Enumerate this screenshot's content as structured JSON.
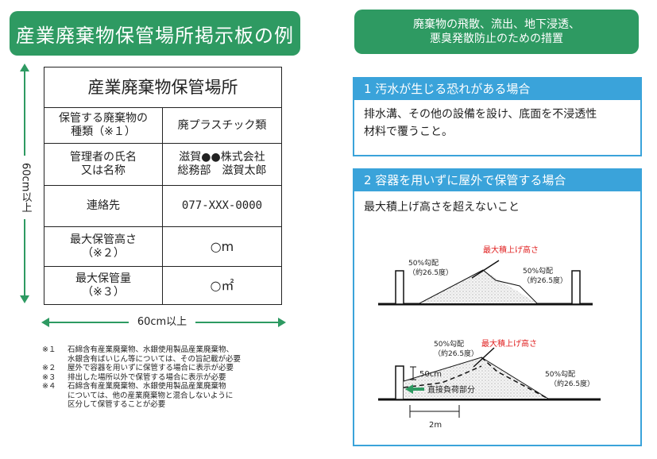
{
  "left_title": "産業廃棄物保管場所掲示板の例",
  "right_header": {
    "line1": "廃棄物の飛散、流出、地下浸透、",
    "line2": "悪臭発散防止のための措置"
  },
  "sign": {
    "title": "産業廃棄物保管場所",
    "rows": [
      {
        "label_lines": [
          "保管する廃棄物の",
          "種類（※１）"
        ],
        "value_lines": [
          "廃プラスチック類"
        ]
      },
      {
        "label_lines": [
          "管理者の氏名",
          "又は名称"
        ],
        "value_lines": [
          "滋賀●●株式会社",
          "総務部　滋賀太郎"
        ]
      },
      {
        "label_lines": [
          "連絡先"
        ],
        "value_lines": [
          "077-XXX-0000"
        ]
      },
      {
        "label_lines": [
          "最大保管高さ",
          "（※２）"
        ],
        "value_lines": [
          "○m"
        ]
      },
      {
        "label_lines": [
          "最大保管量",
          "（※３）"
        ],
        "value_lines": [
          "○㎡"
        ]
      }
    ]
  },
  "dimensions": {
    "vertical": "60cm以上",
    "horizontal": "60cm以上"
  },
  "notes": [
    {
      "mark": "※１",
      "lines": [
        "石綿含有産業廃棄物、水銀使用製品産業廃棄物、",
        "水銀含有ばいじん等については、その旨記載が必要"
      ]
    },
    {
      "mark": "※２",
      "lines": [
        "屋外で容器を用いずに保管する場合に表示が必要"
      ]
    },
    {
      "mark": "※３",
      "lines": [
        "排出した場所以外で保管する場合に表示が必要"
      ]
    },
    {
      "mark": "※４",
      "lines": [
        "石綿含有産業廃棄物、水銀使用製品産業廃棄物",
        "については、他の産業廃棄物と混合しないように",
        "区分して保管することが必要"
      ]
    }
  ],
  "box1": {
    "heading": "1  汚水が生じる恐れがある場合",
    "text_lines": [
      "排水溝、その他の設備を設け、底面を不浸透性",
      "材料で覆うこと。"
    ]
  },
  "box2": {
    "heading": "2  容器を用いずに屋外で保管する場合",
    "text": "最大積上げ高さを超えないこと",
    "diagram1": {
      "max_height_label": "最大積上げ高さ",
      "left_slope": [
        "50%勾配",
        "（約26.5度）"
      ],
      "right_slope": [
        "50%勾配",
        "（約26.5度）"
      ]
    },
    "diagram2": {
      "max_height_label": "最大積上げ高さ",
      "left_slope": [
        "50%勾配",
        "（約26.5度）"
      ],
      "right_slope": [
        "50%勾配",
        "（約26.5度）"
      ],
      "height_label": "50cm",
      "load_label": "直接負荷部分",
      "width_label": "2m"
    }
  },
  "colors": {
    "green": "#2e9a62",
    "blue": "#3aa3da",
    "red": "#e02020"
  }
}
